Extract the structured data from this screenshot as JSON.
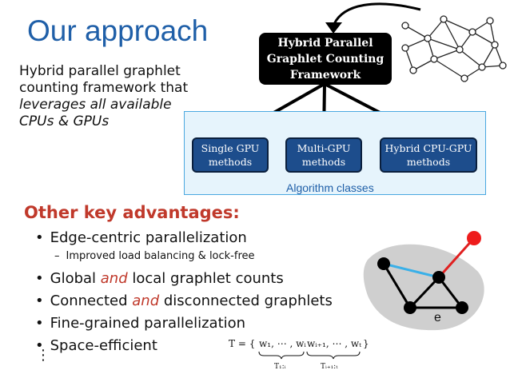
{
  "slide": {
    "title": "Our approach",
    "subtitle": {
      "line1": "Hybrid parallel graphlet",
      "line2": "counting framework that",
      "line3": "leverages all available",
      "line4": "CPUs & GPUs"
    }
  },
  "framework": {
    "line1": "Hybrid Parallel",
    "line2": "Graphlet Counting",
    "line3": "Framework"
  },
  "algorithm_classes": {
    "label": "Algorithm classes",
    "methods": [
      {
        "line1": "Single GPU",
        "line2": "methods"
      },
      {
        "line1": "Multi-GPU",
        "line2": "methods"
      },
      {
        "line1": "Hybrid CPU-GPU",
        "line2": "methods"
      }
    ]
  },
  "advantages": {
    "title": "Other key advantages:",
    "items": [
      {
        "text": "Edge-centric parallelization"
      },
      {
        "pre": "Global ",
        "em": "and",
        "post": " local graphlet counts"
      },
      {
        "pre": "Connected ",
        "em": "and",
        "post": " disconnected graphlets"
      },
      {
        "text": "Fine-grained parallelization"
      },
      {
        "text": "Space-efficient"
      }
    ],
    "sub_item": "Improved load balancing & lock-free",
    "ellipsis": "⋮"
  },
  "figure": {
    "edge_label": "e"
  },
  "formula": {
    "lhs": "T = {",
    "part1": "w₁, ⋯ , wᵢ",
    "part2": "wᵢ₊₁, ⋯ , wₜ",
    "rhs": "}",
    "sub1": "T₁:ᵢ",
    "sub2": "Tᵢ₊₁:ₜ"
  },
  "colors": {
    "title_blue": "#1f5fa8",
    "method_blue": "#1d4d8c",
    "advantage_red": "#c0392b",
    "panel_light_blue": "#e6f4fc"
  }
}
